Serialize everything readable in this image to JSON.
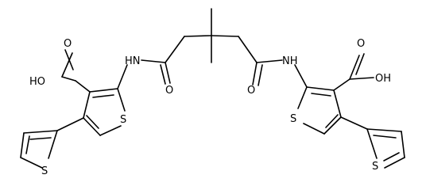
{
  "molecule": {
    "labels": {
      "oh_left": "HO",
      "o_acid_left": "O",
      "nh_left": "HN",
      "s_ring_left": "S",
      "s_thio_left": "S",
      "o_amide_left": "O",
      "o_amide_right": "O",
      "nh_right": "NH",
      "o_acid_right": "O",
      "oh_right": "OH",
      "s_ring_right": "S",
      "s_thio_right": "S"
    },
    "colors": {
      "bond": "#000000",
      "text": "#000000",
      "background": "#ffffff"
    }
  }
}
